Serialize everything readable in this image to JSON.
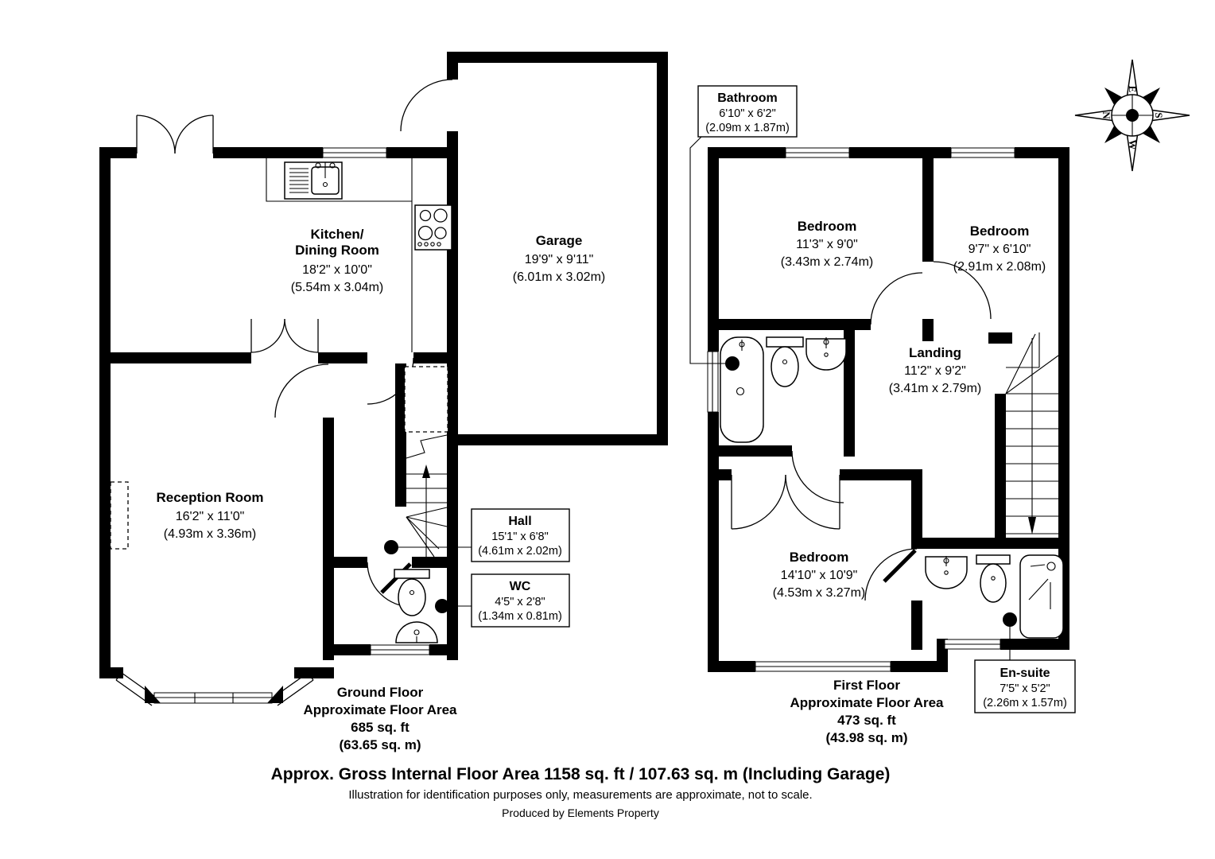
{
  "ground_floor": {
    "kitchen": {
      "name_line1": "Kitchen/",
      "name_line2": "Dining Room",
      "imperial": "18'2\" x 10'0\"",
      "metric": "(5.54m x 3.04m)"
    },
    "garage": {
      "name": "Garage",
      "imperial": "19'9\" x 9'11\"",
      "metric": "(6.01m x 3.02m)"
    },
    "reception": {
      "name": "Reception Room",
      "imperial": "16'2\" x 11'0\"",
      "metric": "(4.93m x 3.36m)"
    },
    "hall": {
      "name": "Hall",
      "imperial": "15'1\" x 6'8\"",
      "metric": "(4.61m x 2.02m)"
    },
    "wc": {
      "name": "WC",
      "imperial": "4'5\" x 2'8\"",
      "metric": "(1.34m x 0.81m)"
    },
    "summary": {
      "line1": "Ground Floor",
      "line2": "Approximate Floor Area",
      "line3": "685 sq. ft",
      "line4": "(63.65 sq. m)"
    }
  },
  "first_floor": {
    "bathroom": {
      "name": "Bathroom",
      "imperial": "6'10\" x 6'2\"",
      "metric": "(2.09m x 1.87m)"
    },
    "bedroom1": {
      "name": "Bedroom",
      "imperial": "11'3\" x 9'0\"",
      "metric": "(3.43m x 2.74m)"
    },
    "bedroom2": {
      "name": "Bedroom",
      "imperial": "9'7\" x 6'10\"",
      "metric": "(2.91m x 2.08m)"
    },
    "landing": {
      "name": "Landing",
      "imperial": "11'2\" x 9'2\"",
      "metric": "(3.41m x 2.79m)"
    },
    "bedroom3": {
      "name": "Bedroom",
      "imperial": "14'10\" x 10'9\"",
      "metric": "(4.53m x 3.27m)"
    },
    "ensuite": {
      "name": "En-suite",
      "imperial": "7'5\" x 5'2\"",
      "metric": "(2.26m x 1.57m)"
    },
    "summary": {
      "line1": "First Floor",
      "line2": "Approximate Floor Area",
      "line3": "473 sq. ft",
      "line4": "(43.98 sq. m)"
    }
  },
  "compass": {
    "n": "N",
    "e": "E",
    "s": "S",
    "w": "W"
  },
  "footer": {
    "line1": "Approx. Gross Internal Floor Area 1158 sq. ft / 107.63 sq. m (Including Garage)",
    "line2": "Illustration for identification purposes only, measurements are approximate, not to scale.",
    "line3": "Produced by Elements Property"
  },
  "colors": {
    "wall": "#000000",
    "background": "#ffffff"
  }
}
